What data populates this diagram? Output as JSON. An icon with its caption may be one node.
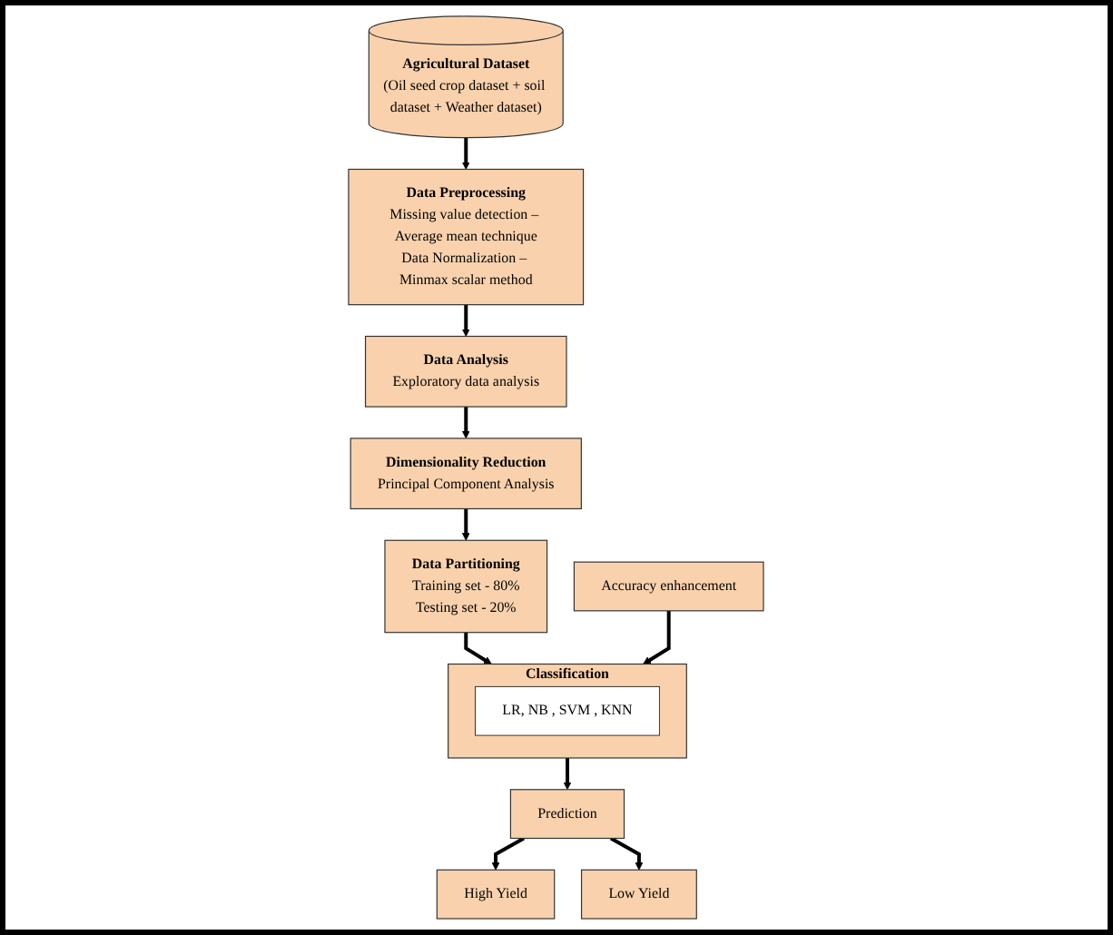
{
  "diagram": {
    "nodes": [
      {
        "text": [
          "Agricultural Dataset",
          "(Oil seed crop dataset + soil dataset + Weather dataset)"
        ]
      },
      {
        "text": [
          "Data Preprocessing",
          "Missing value detection – Average mean technique",
          "Data Normalization – Minmax scalar method"
        ]
      },
      {
        "text": [
          "Data Analysis",
          "Exploratory data analysis"
        ]
      },
      {
        "text": [
          "Dimensionality Reduction",
          "Principal Component Analysis"
        ]
      },
      {
        "text": [
          "Data Partitioning",
          "Training set - 80%",
          "Testing set - 20%"
        ]
      },
      {
        "text": [
          "Classification"
        ]
      },
      {
        "text": [
          "LR,  NB , SVM , KNN"
        ],
        "in": 5
      },
      {
        "text": [
          "Accuracy enhancement"
        ]
      },
      {
        "text": [
          "Prediction"
        ]
      },
      {
        "text": [
          "High Yield"
        ]
      },
      {
        "text": [
          "Low Yield"
        ]
      }
    ],
    "edges": [
      {
        "from": 0,
        "to": 1,
        "arrow": "to"
      },
      {
        "from": 1,
        "to": 2,
        "arrow": "to"
      },
      {
        "from": 2,
        "to": 3,
        "arrow": "to"
      },
      {
        "from": 3,
        "to": 4,
        "arrow": "to"
      },
      {
        "from": 4,
        "to": 5,
        "arrow": "to"
      },
      {
        "from": 7,
        "to": 5,
        "arrow": "to"
      },
      {
        "from": 5,
        "to": 8,
        "arrow": "to"
      },
      {
        "from": 8,
        "to": 9,
        "arrow": "to"
      },
      {
        "from": 8,
        "to": 10,
        "arrow": "to"
      }
    ]
  }
}
